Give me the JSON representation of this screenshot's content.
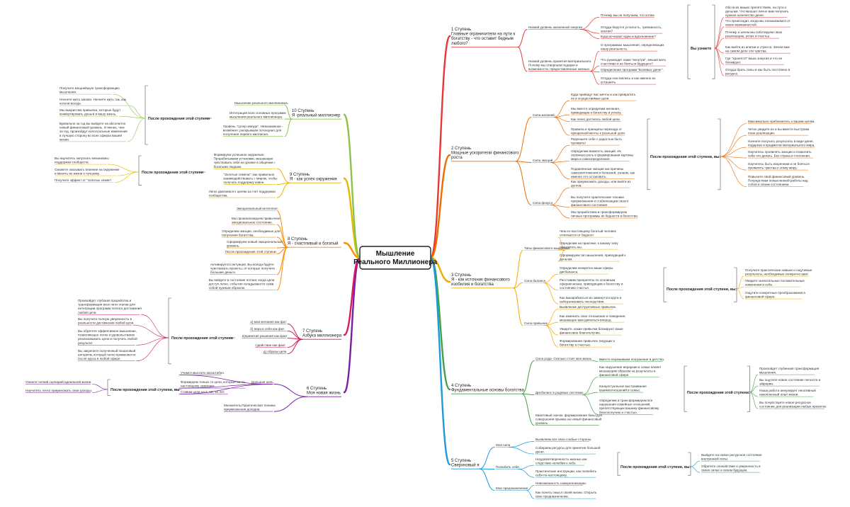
{
  "center": {
    "line1": "Мышление",
    "line2": "Реального Миллионера"
  },
  "colors": {
    "b1": "#e53935",
    "b2": "#ef6c00",
    "b3": "#f2a900",
    "b4": "#43a047",
    "b5": "#1e9ad6",
    "b6": "#7b1fa2",
    "b7": "#d81b60",
    "b8": "#fb8c00",
    "b9": "#e6b800",
    "b10": "#8bc34a"
  },
  "branches": [
    {
      "id": "b1",
      "side": "right",
      "title": [
        "1 Ступень",
        "Главные ограничители на пути к",
        "богатству - что оставит бедным",
        "любого?"
      ],
      "subs": [
        {
          "label": [
            "Низкий уровень жизненной энергии"
          ],
          "leaves": [
            [
              "Почему мы не получаем, что хотим."
            ],
            [
              "Откуда берутся усталость, тревожность,",
              "апатия?"
            ],
            [
              "Куда исчезают идеи и вдохновение?"
            ]
          ]
        },
        {
          "label": [
            "Низкий уровень принятия материального.",
            "Почему мы отвергаем подарки и",
            "возможности, предоставленные жизнью."
          ],
          "leaves": [
            [
              "О программах мышления, определяющих",
              "нашу реальность."
            ],
            [
              "Что руководит нами \"изнутри\", мешая жить",
              "счастливо и не бояться будущего?"
            ],
            [
              "Определение программ \"Болевых денег\"."
            ],
            [
              "Откуда они взялись и как именно их",
              "устранить"
            ]
          ]
        }
      ],
      "result": {
        "label": [
          "Вы узнаете"
        ],
        "items": [
          [
            "Обо всех ваших препятствиях, на пути к",
            "деньгам. Что мешает лично вам получать",
            "нужное количество денег."
          ],
          [
            "Что происходит, когда мы отказываемся от",
            "своих возможностей."
          ],
          [
            "Почему и зачем мы саботируем свою",
            "реализацию, успех и счастье."
          ],
          [
            "Как выйти из апатии и стресса. Зачем вам",
            "на самом деле эти чувства."
          ],
          [
            "Где \"хранятся\" ваша энергия и что ее",
            "блокирует."
          ],
          [
            "Откуда брать силы и как быть постоянно в",
            "ресурсе."
          ]
        ]
      }
    },
    {
      "id": "b2",
      "side": "right",
      "title": [
        "2 Ступень",
        "Мощные ускорители финансового",
        "роста"
      ],
      "subs": [
        {
          "label": [
            "Сила желаний."
          ],
          "leaves": [
            [
              "Куда приведут вас мечты и как превратить",
              "их в осуществимые цели."
            ],
            [
              "Мы вместе определим желания,",
              "приводящие к богатству и успеху."
            ],
            [
              "Как легко достигать любой цели."
            ],
            [
              "Правила и принципы перехода от",
              "призрачной мечты к реальной цели."
            ]
          ]
        },
        {
          "label": [
            "Сила эмоций"
          ],
          "leaves": [
            [
              "Разрешите себе с радостью быть",
              "проявите!"
            ],
            [
              "Определим важность  эмоций. Их",
              "огромную роль в формировании картины",
              "мира и самоопределения."
            ],
            [
              "Подавленные эмоции как причины",
              "самоуничтожения и болезней, узнаем, как",
              "именно это остановить."
            ]
          ]
        },
        {
          "label": [
            "Сила фокуса"
          ],
          "leaves": [
            [
              "Как приумножить доходы, или выйти из",
              "долгов."
            ],
            [
              "Вы получите практические техники",
              "приумножения и стабилизации своего",
              "финансового состояния"
            ],
            [
              "Мы проработаем и трансформируем",
              "личные программы из бедности в богатство."
            ]
          ]
        }
      ],
      "result": {
        "label": [
          "После прохождения этой ступени, вы:"
        ],
        "items": [
          [
            "Максимально приблизитесь к вашим целям."
          ],
          [
            "Четко увидите их и вы вместе выстроим",
            "план реализации."
          ],
          [
            "Начнете получать результаты в виде денег,",
            "подарков и предметов материального мира."
          ],
          [
            "Научитесь проявлять эмоции и позволить",
            "себе это делать. Без страха и стеснения."
          ],
          [
            "Научитесь быть искренним и не бояться",
            "проявлять чувства к этому миру."
          ],
          [
            "Повысите свой финансовый уровень.",
            "Посредством осмысленной работы над",
            "собой и своим состоянием."
          ]
        ]
      }
    },
    {
      "id": "b3",
      "side": "right",
      "title": [
        "3 Ступень",
        "Я - как источник финансового",
        "изобилия и богатства"
      ],
      "subs": [
        {
          "label": [
            "Типы финансового мышления"
          ],
          "leaves": [
            [
              "Чем по-настоящему богатый человек",
              "отличается от бедного"
            ],
            [
              "Определим на практике, к какому типу",
              "относитесь вы."
            ],
            [
              "Сформируем тип мышления, приводящий к",
              "деньгам."
            ]
          ]
        },
        {
          "label": [
            "Сила баланса"
          ],
          "leaves": [
            [
              "Определим конкретно ваши сферы",
              "дисбаланса."
            ],
            [
              "Расставим приоритеты по основным",
              "сферам жизни, приводящим к  богатству и",
              "состоянию счастья."
            ],
            [
              "Как выкарабкаться из замкнутого круга и",
              "нейтрализовать последствия."
            ]
          ]
        },
        {
          "label": [
            "Сила привычек"
          ],
          "leaves": [
            [
              "Выявление деструктивных привычек."
            ],
            [
              "Как изменить свое отношение и поведение,",
              "мешающее вам двигаться вперед."
            ],
            [
              "Увидите, какие привычки блокируют ваше",
              "финансовое благополучие."
            ],
            [
              "Формирование привычек, ведущих к",
              "богатству и счастью."
            ]
          ]
        }
      ],
      "result": {
        "label": [
          "После прохождения этой ступени, вы:"
        ],
        "items": [
          [
            "Получите практические навыки и ощутимые",
            "результаты, необходимые конкретно вам!"
          ],
          [
            "Увидите значительные положительные",
            "изменения в себе."
          ],
          [
            "Ощутите конкретные преобразования в",
            "финансовой сфере."
          ]
        ]
      }
    },
    {
      "id": "b4",
      "side": "right",
      "title": [
        "4 Ступень",
        "Фундаментальные основы богатства"
      ],
      "subs": [
        {
          "label": [
            "Сила рода. Сколько стоит моя жизнь."
          ],
          "leaves": [
            [
              "Вместе переживаем погружение в детство."
            ]
          ]
        },
        {
          "label": [
            "Дисбаланс в родовых системах."
          ],
          "leaves": [
            [
              "Как нарушение иерархии в семье влияет",
              "мешающим образом на результаты в",
              "финансовой сфере."
            ],
            [
              "Концептуальное выстраивание",
              "взаимоотношений в семье."
            ],
            [
              "Определим и трансформируем все",
              "нарушения семейных отношений,",
              "препятствующих вашему финансовому",
              "благополучию и счастью."
            ]
          ]
        },
        {
          "label": [
            "Квантовый скачок: формирование базы для",
            "совершения прыжка на новый финансовый",
            "уровень."
          ],
          "leaves": []
        }
      ],
      "result": {
        "label": [
          "После прохождения этой ступени:"
        ],
        "items": [
          [
            "Произойдет глубинная трансформация",
            "мышления."
          ],
          [
            "Вы ощутите новое состояние легкости и",
            "эйфории."
          ],
          [
            "Наша работа аннулирует негативный",
            "накопленный опыт жизни."
          ],
          [
            "Вы почувствуете новое ресурсное",
            "состояние для реализации любых проектов."
          ]
        ]
      }
    },
    {
      "id": "b5",
      "side": "right",
      "title": [
        "5 Ступень",
        "Сверхновый я"
      ],
      "subs": [
        {
          "label": [
            "Моя сила"
          ],
          "leaves": [
            [
              "Выявляем все свои слабые стороны."
            ],
            [
              "Собираем ресурсы для принятия большей",
              "денег."
            ]
          ]
        },
        {
          "label": [
            "Полюбить себя."
          ],
          "leaves": [
            [
              "Неудовлетворенность жизнью как",
              "следствие нелюбви к себе."
            ],
            [
              "Практические инструкции, как полюбить",
              "себя по-настоящему."
            ]
          ]
        },
        {
          "label": [
            "Мое предназначение."
          ],
          "leaves": [
            [
              "Невозможность самореализации."
            ],
            [
              "Как понять смысл своей жизни. Открыть",
              "свое предназначение."
            ]
          ]
        }
      ],
      "result": {
        "label": [
          "После прохождения этой ступени, вы:"
        ],
        "items": [
          [
            "Выйдете на новое ресурсное состояние",
            "внутренней силы."
          ],
          [
            "Обретете спокойствие и уверенность в",
            "своих силах и своем будущем."
          ]
        ]
      }
    },
    {
      "id": "b6",
      "side": "left",
      "title": [
        "6 Ступень",
        "Моя новая жизнь"
      ],
      "subs": [
        {
          "label": [
            "Большая цель."
          ],
          "leaves": [
            [
              "Учимся мыслить масштабно."
            ],
            [
              "Формируем только те цели, которые на по-",
              "настоящему зажигают."
            ],
            [
              "Ставим цели на 5, 10, 15 лет."
            ]
          ]
        },
        {
          "label": [
            "Множитель.Практическая техника",
            "приумножения доходов."
          ],
          "leaves": []
        }
      ],
      "result": {
        "label": [
          "После прохождения этой ступени, вы"
        ],
        "items": [
          [
            "Узнаете четкий сценарий идеальной жизни."
          ],
          [
            "Научитесь легко приумножать свои доходы."
          ]
        ]
      }
    },
    {
      "id": "b7",
      "side": "left",
      "title": [
        "7 Ступень",
        "Азбука миллионера"
      ],
      "subs": [
        {
          "label": [
            "а) мои желания как фат"
          ],
          "leaves": []
        },
        {
          "label": [
            "б) вера в себя как фат"
          ],
          "leaves": []
        },
        {
          "label": [
            "в)принятие решения как факт"
          ],
          "leaves": []
        },
        {
          "label": [
            "г)действие как факт"
          ],
          "leaves": []
        },
        {
          "label": [
            "д) образы цели"
          ],
          "leaves": []
        }
      ],
      "result": {
        "label": [
          "После прохождения этой ступени"
        ],
        "items": [
          [
            "Произойдет глубокая проработка и",
            "трансформация всех пяти этапов для",
            "интеграции программ легкого достижения",
            "любой цели."
          ],
          [
            "Вы получите полную уверенность в",
            "реальности достижения любой цели."
          ],
          [
            "Вы обретете эффективное мышление,",
            "позволяющее легко и удовольствием",
            "реализовывать цели и получать любой",
            "результат"
          ],
          [
            "Вы закрепите полученный пошаговый",
            "алгоритм, который четко применяется",
            "после курса в любой сфере."
          ]
        ]
      }
    },
    {
      "id": "b8",
      "side": "left",
      "title": [
        "8 Ступень",
        "Я - счастливый и богатый"
      ],
      "subs": [
        {
          "label": [
            "Эмоциональный интеллект."
          ],
          "leaves": []
        },
        {
          "label": [
            "Мы проанализируем привычное",
            "эмоциональное состояние."
          ],
          "leaves": []
        },
        {
          "label": [
            "Определим эмоции, необходимые для",
            "получения богатства."
          ],
          "leaves": []
        },
        {
          "label": [
            "Сформируем новый эмоциональный",
            "уровень."
          ],
          "leaves": []
        },
        {
          "label": [
            "После прохождения этой ступени:"
          ],
          "leaves": []
        },
        {
          "label": [
            "Активируется интуиция. Вы всегда будете",
            "чувствовать проекты, от которых получите",
            "большие деньги."
          ],
          "leaves": []
        },
        {
          "label": [
            "Вы войдете в состояние потока: когда цели",
            "доступ легко, события складываются сами",
            "собой нужным образом."
          ],
          "leaves": []
        }
      ],
      "result": null
    },
    {
      "id": "b9",
      "side": "left",
      "title": [
        "9 Ступень",
        "Я - как успех окружения"
      ],
      "subs": [
        {
          "label": [
            "Формируем успешное окружение.",
            "Прорабатываем установки, мешающие",
            "чувствовать себя на уровне в общении с",
            "богатыми людьми."
          ],
          "leaves": []
        },
        {
          "label": [
            "\"Золотые семена\": как правильно",
            "взаимодействовать с миром, чтобы",
            "получать поддержку извне."
          ],
          "leaves": []
        },
        {
          "label": [
            "Легко двигаемся к целям за счет поддержки",
            "сообщества."
          ],
          "leaves": []
        }
      ],
      "result": {
        "label": [
          "После прохождения этой ступени"
        ],
        "items": [
          [
            "Вы научитесь запускать механизмы",
            "поддержки сообществ."
          ],
          [
            "Сможете оказывать влияние на окружение",
            "и менять их жизни к лучшему."
          ],
          [
            "Получите эффект от  \"золотых семян\"."
          ]
        ]
      }
    },
    {
      "id": "b10",
      "side": "left",
      "title": [
        "10 Ступень",
        "Я -реальный  миллионер"
      ],
      "subs": [
        {
          "label": [
            "Мышление реального миллионера."
          ],
          "leaves": []
        },
        {
          "label": [
            "Интеграция всех основных программ",
            "мышления реального миллионера."
          ],
          "leaves": []
        },
        {
          "label": [
            "Уровень \"супер-звезда\". Невозможное -",
            "возможно: раскрываем потенциал для",
            "получения первого миллиона."
          ],
          "leaves": []
        }
      ],
      "result": {
        "label": [
          "После прохождения этой ступени"
        ],
        "items": [
          [
            "Получите мощнейшую трансформацию",
            "мышления."
          ],
          [
            "Начнете жить заново. Начнете жить так, как",
            "хотели всегда."
          ],
          [
            "Мы выкристим привычка, которые будут",
            "конвертировать деньги в вашу жизнь."
          ],
          [
            "Буквально за год вы выйдете на абсолютно",
            "новый финансовый уровень. И менее, чем",
            "за год, произойдут колоссальные изменения",
            "в лучшую сторону во всех сферах вашей",
            "жизни."
          ]
        ]
      }
    }
  ]
}
